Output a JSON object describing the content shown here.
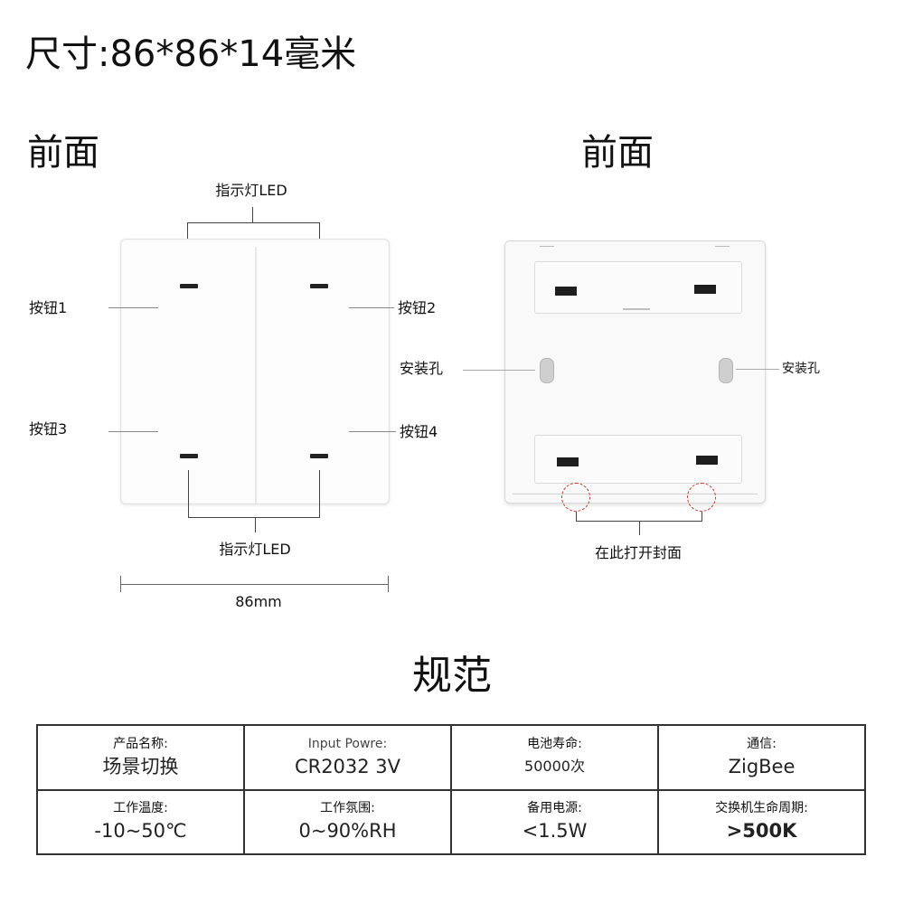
{
  "header": {
    "dimensions": "尺寸:86*86*14毫米"
  },
  "front_view": {
    "heading": "前面",
    "indicator_top_label": "指示灯LED",
    "indicator_bottom_label": "指示灯LED",
    "button1_label": "按钮1",
    "button2_label": "按钮2",
    "button3_label": "按钮3",
    "button4_label": "按钮4",
    "width_label": "86mm"
  },
  "back_view": {
    "heading": "前面",
    "mount_hole_left_label": "安装孔",
    "mount_hole_right_label": "安装孔",
    "open_cover_label": "在此打开封面"
  },
  "spec": {
    "title": "规范",
    "rows": [
      [
        {
          "label": "产品名称:",
          "value": "场景切换"
        },
        {
          "label": "Input Powre:",
          "value": "CR2032 3V"
        },
        {
          "label": "电池寿命:",
          "value": "50000次"
        },
        {
          "label": "通信:",
          "value": "ZigBee"
        }
      ],
      [
        {
          "label": "工作温度:",
          "value": "-10~50℃"
        },
        {
          "label": "工作氛围:",
          "value": "0~90%RH"
        },
        {
          "label": "备用电源:",
          "value": "<1.5W"
        },
        {
          "label": "交换机生命周期:",
          "value": ">500K"
        }
      ]
    ]
  }
}
